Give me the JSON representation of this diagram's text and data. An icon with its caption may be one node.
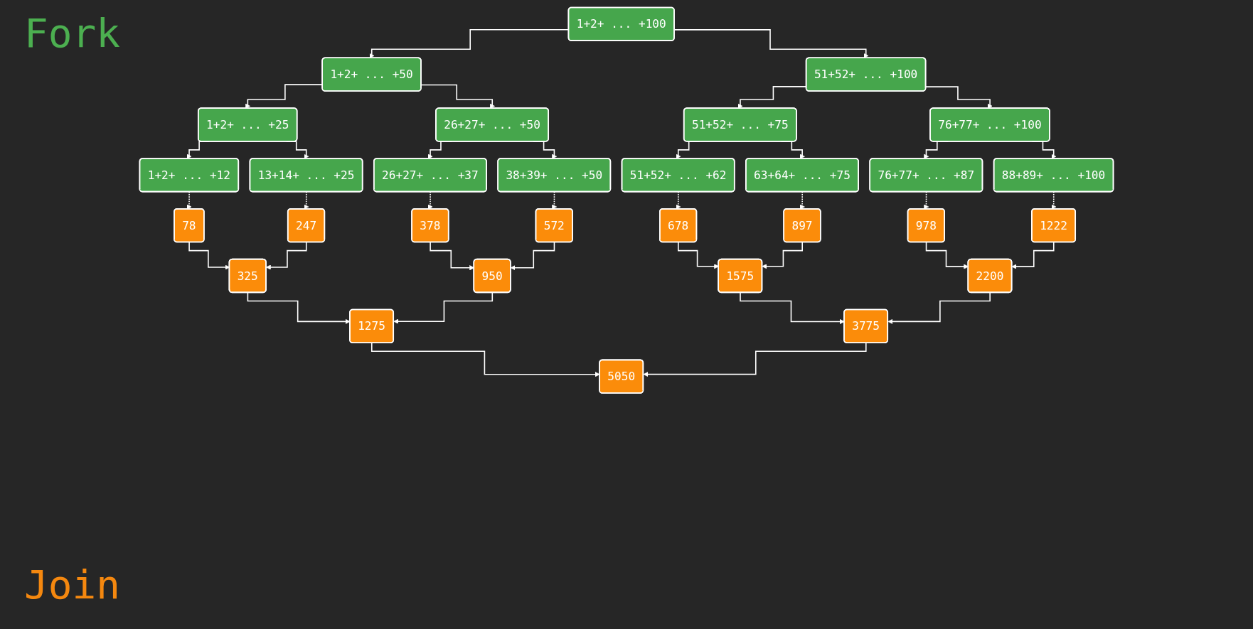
{
  "diagram": {
    "nodes": [
      {
        "text": [
          "1+2+ ... +100"
        ]
      },
      {
        "text": [
          "1+2+ ... +50"
        ]
      },
      {
        "text": [
          "51+52+ ... +100"
        ]
      },
      {
        "text": [
          "1+2+ ... +25"
        ]
      },
      {
        "text": [
          "26+27+ ... +50"
        ]
      },
      {
        "text": [
          "51+52+ ... +75"
        ]
      },
      {
        "text": [
          "76+77+ ... +100"
        ]
      },
      {
        "text": [
          "1+2+ ... +12"
        ]
      },
      {
        "text": [
          "13+14+ ... +25"
        ]
      },
      {
        "text": [
          "26+27+ ... +37"
        ]
      },
      {
        "text": [
          "38+39+ ... +50"
        ]
      },
      {
        "text": [
          "51+52+ ... +62"
        ]
      },
      {
        "text": [
          "63+64+ ... +75"
        ]
      },
      {
        "text": [
          "76+77+ ... +87"
        ]
      },
      {
        "text": [
          "88+89+ ... +100"
        ]
      },
      {
        "text": [
          "78"
        ]
      },
      {
        "text": [
          "247"
        ]
      },
      {
        "text": [
          "378"
        ]
      },
      {
        "text": [
          "572"
        ]
      },
      {
        "text": [
          "678"
        ]
      },
      {
        "text": [
          "897"
        ]
      },
      {
        "text": [
          "978"
        ]
      },
      {
        "text": [
          "1222"
        ]
      },
      {
        "text": [
          "325"
        ]
      },
      {
        "text": [
          "950"
        ]
      },
      {
        "text": [
          "1575"
        ]
      },
      {
        "text": [
          "2200"
        ]
      },
      {
        "text": [
          "1275"
        ]
      },
      {
        "text": [
          "3775"
        ]
      },
      {
        "text": [
          "5050"
        ]
      }
    ],
    "edges": [
      {
        "from": 0,
        "to": 1,
        "arrow": "to"
      },
      {
        "from": 0,
        "to": 2,
        "arrow": "to"
      },
      {
        "from": 1,
        "to": 3,
        "arrow": "to"
      },
      {
        "from": 1,
        "to": 4,
        "arrow": "to"
      },
      {
        "from": 2,
        "to": 5,
        "arrow": "to"
      },
      {
        "from": 2,
        "to": 6,
        "arrow": "to"
      },
      {
        "from": 3,
        "to": 7,
        "arrow": "to"
      },
      {
        "from": 3,
        "to": 8,
        "arrow": "to"
      },
      {
        "from": 4,
        "to": 9,
        "arrow": "to"
      },
      {
        "from": 4,
        "to": 10,
        "arrow": "to"
      },
      {
        "from": 5,
        "to": 11,
        "arrow": "to"
      },
      {
        "from": 5,
        "to": 12,
        "arrow": "to"
      },
      {
        "from": 6,
        "to": 13,
        "arrow": "to"
      },
      {
        "from": 6,
        "to": 14,
        "arrow": "to"
      },
      {
        "from": 7,
        "to": 15,
        "arrow": "to",
        "style": "dashed"
      },
      {
        "from": 8,
        "to": 16,
        "arrow": "to",
        "style": "dashed"
      },
      {
        "from": 9,
        "to": 17,
        "arrow": "to",
        "style": "dashed"
      },
      {
        "from": 10,
        "to": 18,
        "arrow": "to",
        "style": "dashed"
      },
      {
        "from": 11,
        "to": 19,
        "arrow": "to",
        "style": "dashed"
      },
      {
        "from": 12,
        "to": 20,
        "arrow": "to",
        "style": "dashed"
      },
      {
        "from": 13,
        "to": 21,
        "arrow": "to",
        "style": "dashed"
      },
      {
        "from": 14,
        "to": 22,
        "arrow": "to",
        "style": "dashed"
      },
      {
        "from": 15,
        "to": 23,
        "arrow": "to"
      },
      {
        "from": 16,
        "to": 23,
        "arrow": "to"
      },
      {
        "from": 17,
        "to": 24,
        "arrow": "to"
      },
      {
        "from": 18,
        "to": 24,
        "arrow": "to"
      },
      {
        "from": 19,
        "to": 25,
        "arrow": "to"
      },
      {
        "from": 20,
        "to": 25,
        "arrow": "to"
      },
      {
        "from": 21,
        "to": 26,
        "arrow": "to"
      },
      {
        "from": 22,
        "to": 26,
        "arrow": "to"
      },
      {
        "from": 23,
        "to": 27,
        "arrow": "to"
      },
      {
        "from": 24,
        "to": 27,
        "arrow": "to"
      },
      {
        "from": 25,
        "to": 28,
        "arrow": "to"
      },
      {
        "from": 26,
        "to": 28,
        "arrow": "to"
      },
      {
        "from": 27,
        "to": 29,
        "arrow": "to"
      },
      {
        "from": 28,
        "to": 29,
        "arrow": "to"
      }
    ],
    "labels": [
      "Fork",
      "Join"
    ]
  }
}
